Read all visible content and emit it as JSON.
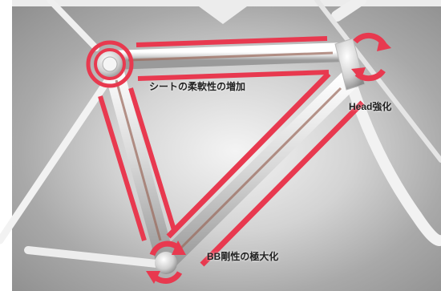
{
  "annotations": {
    "seat_label": "シートの柔軟性の増加",
    "head_label": "Head強化",
    "bb_label": "BB剛性の極大化"
  },
  "colors": {
    "accent_red": "#e8394f",
    "frame_white": "#f2f2f2",
    "background_gray": "#b0b0b0"
  }
}
